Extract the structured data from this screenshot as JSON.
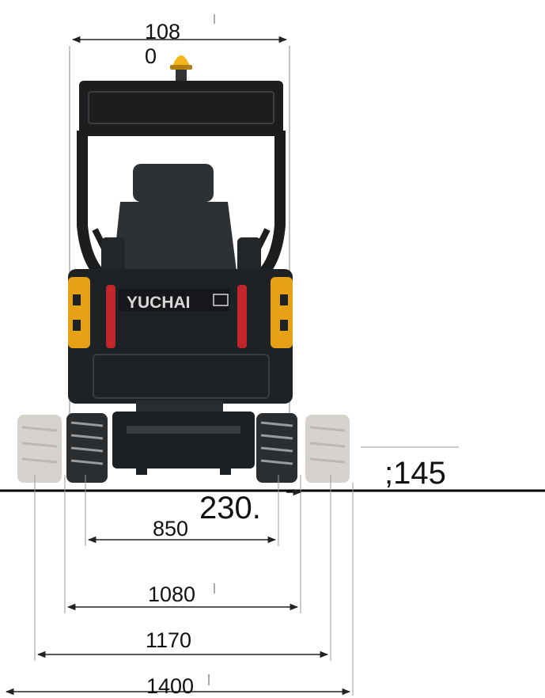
{
  "diagram": {
    "brand": "YUCHAI",
    "dimensions": {
      "top_width_line1": "108",
      "top_width_line2": "0",
      "ground_clearance": ";145",
      "track_width": "230.",
      "dim_850": "850",
      "dim_1080": "1080",
      "dim_1170": "1170",
      "dim_1400": "1400"
    }
  },
  "colors": {
    "body": "#1f2224",
    "cab_frame": "#1b1d1f",
    "accent_yellow": "#e6a116",
    "tail_light_red": "#c0262b",
    "beacon_amber": "#f2b417",
    "blade_grey": "#c9c3bd",
    "dimension_line": "#222222"
  }
}
